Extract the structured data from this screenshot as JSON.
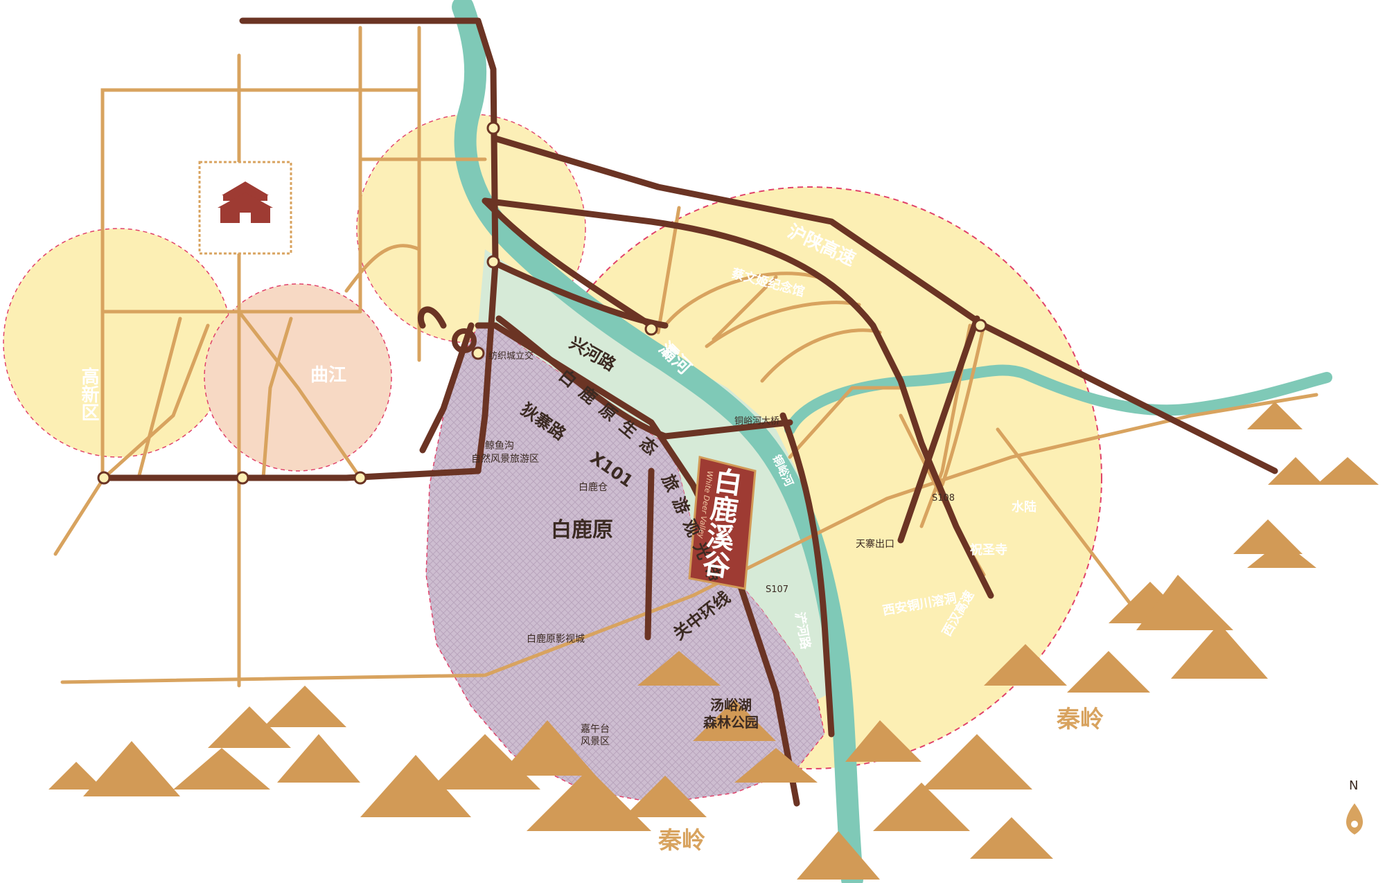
{
  "colors": {
    "road_main": "#6b3424",
    "road_secondary": "#d8a35f",
    "river": "#7fc9b7",
    "circle_yellow": "#fcefb4",
    "circle_pink": "#f7d9c4",
    "bailuyuan_area": "#c9b7cc",
    "mountain": "#d29a56",
    "logo_bg": "#9e3b33",
    "valley_green": "#d6ead7"
  },
  "icons": {
    "city_gate": "city-gate-icon",
    "north": "north-arrow-icon",
    "poi": "poi-marker-icon"
  },
  "labels": {
    "gaoxin": "高新区",
    "qujiang": "曲江",
    "bailuyuan": "白鹿原",
    "tangyuhu": "汤峪湖",
    "forest_park": "森林公园",
    "jiawutai": "嘉午台",
    "scenic_area": "风景区",
    "qinling_bottom": "秦岭",
    "qinling_right": "秦岭",
    "north": "N",
    "yingjiang_road": "兴河路",
    "di_zhai_road": "狄寨路",
    "x101": "X101",
    "bailu_tour_1": "白鹿原生态",
    "bailu_tour_2": "旅游观光带",
    "guanzhong_ring": "关中环线",
    "hu_shaan_expressway": "沪陕高速",
    "ba_river": "灞河",
    "tongyu_river": "铜峪河",
    "fangzhicheng_interchange": "纺织城立交",
    "tongyuhe_bridge": "铜峪河大桥",
    "s107": "S107",
    "s108": "S108",
    "luoyu_gou": "鲸鱼沟",
    "luoyu_gou_2": "自然风景旅游区",
    "bailucang": "白鹿仓",
    "bailuyuan_film": "白鹿原影视城",
    "cai_wenji": "蔡文姬纪念馆",
    "xian_tongchuan": "西安铜川溶洞",
    "zhusheng_temple": "祝圣寺",
    "shuilu": "水陆",
    "tianzhai_exit": "天寨出口",
    "yinghe_road": "浐河路",
    "xihan_expressway": "西汉高速",
    "logo_cn": "白鹿溪谷",
    "logo_en": "White Deer Valley"
  }
}
